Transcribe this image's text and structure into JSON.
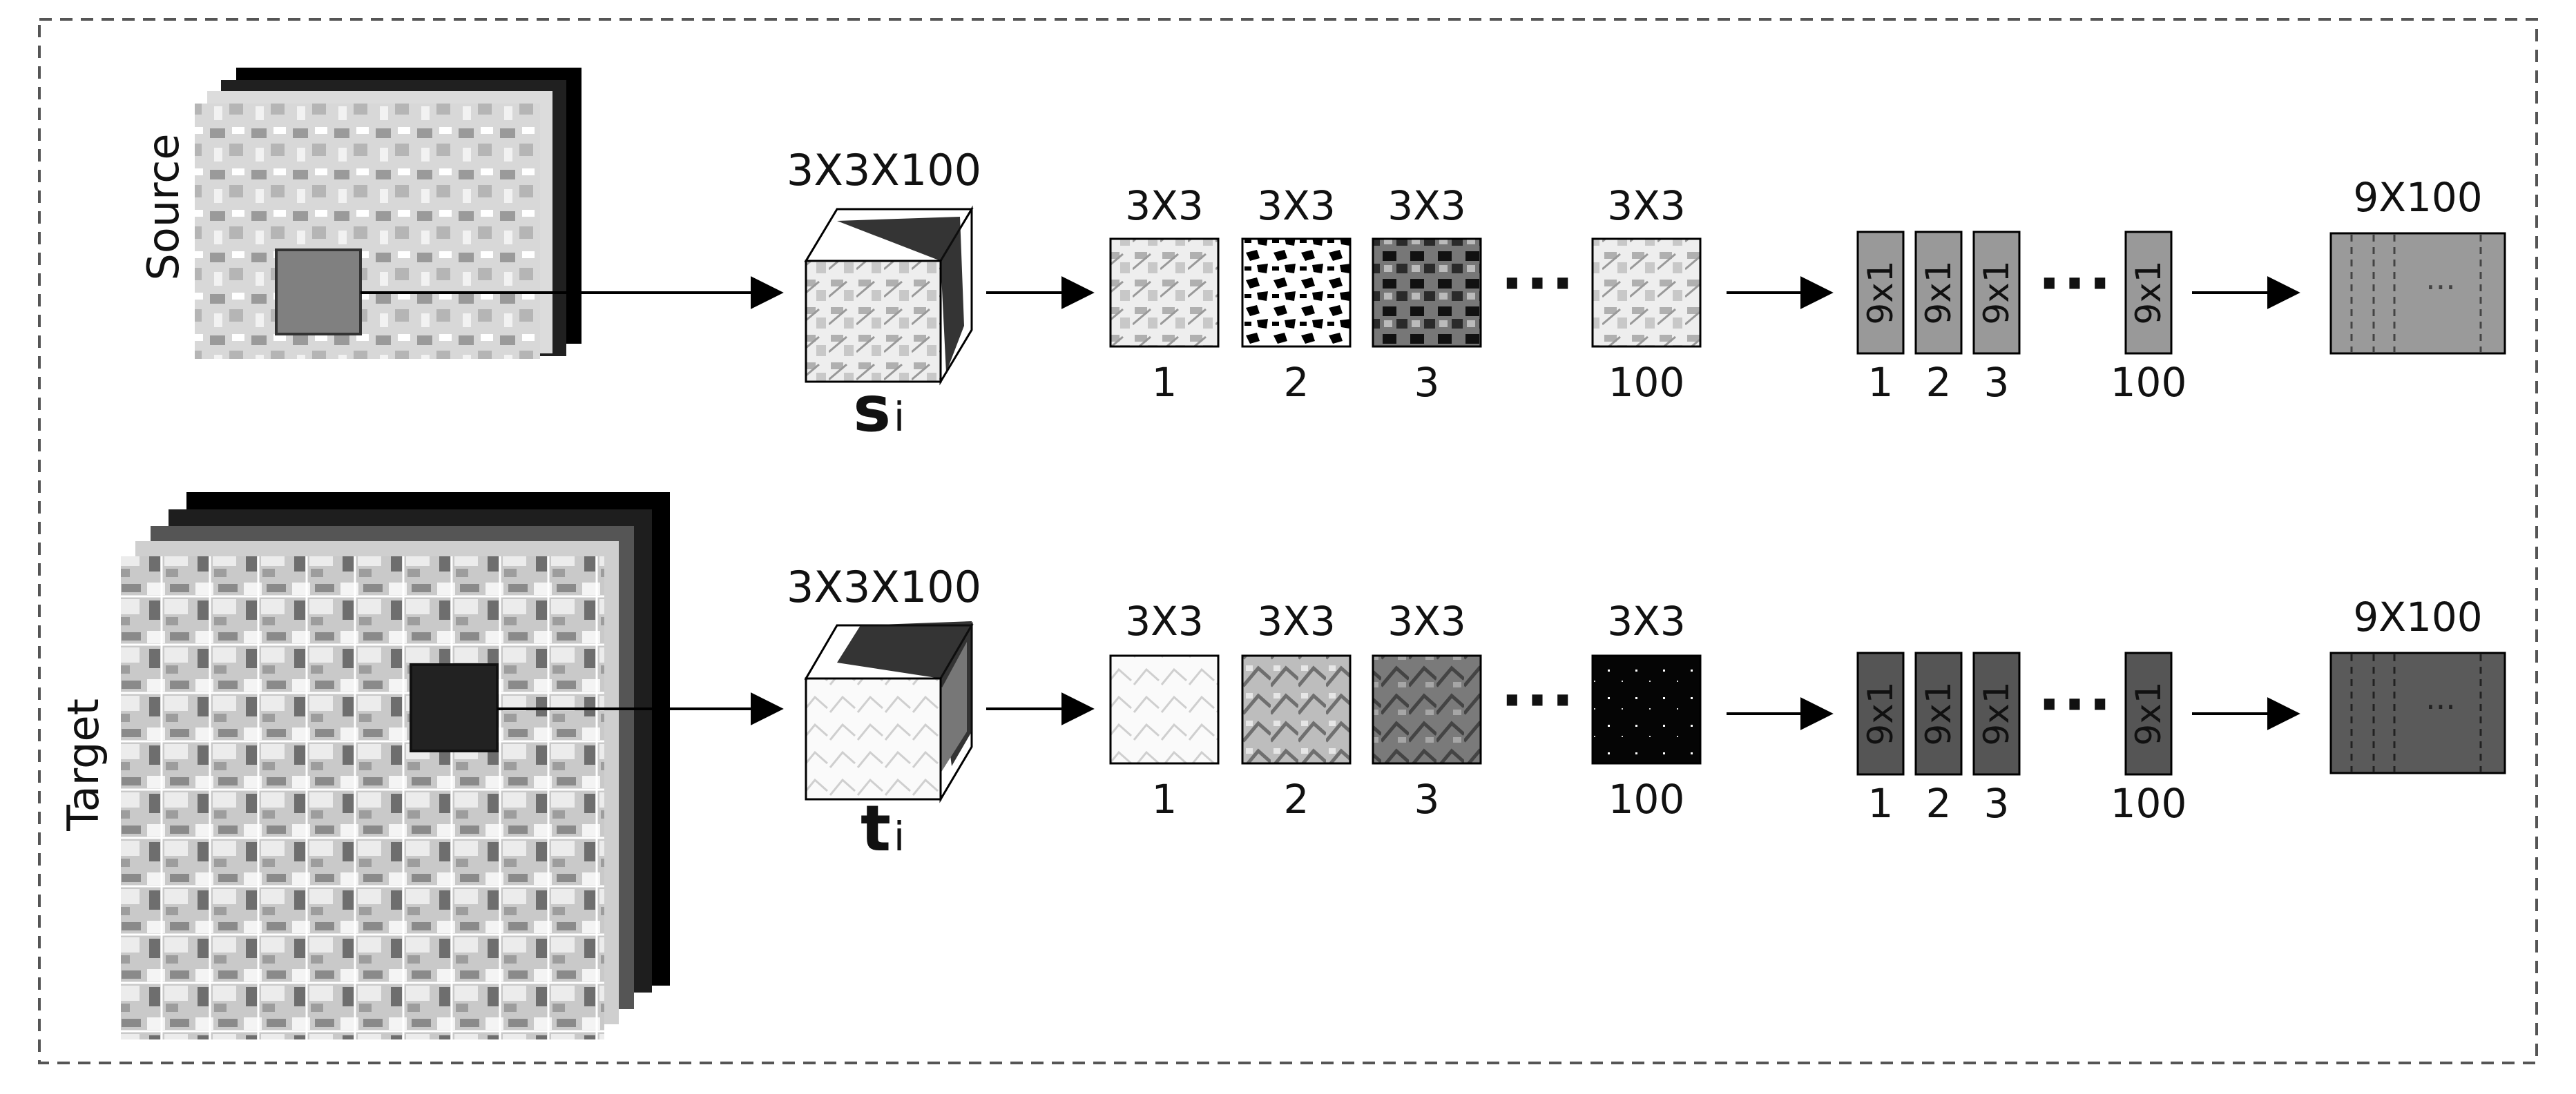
{
  "frame": {
    "border_style": "dashed"
  },
  "rows": [
    {
      "id": "source",
      "side_label": "Source",
      "patch_fill": "#808080",
      "cube_dim_label": "3X3X100",
      "symbol": "s",
      "symbol_sub": "i",
      "bands": [
        {
          "size": "3X3",
          "index": "1",
          "tone": "light"
        },
        {
          "size": "3X3",
          "index": "2",
          "tone": "binary"
        },
        {
          "size": "3X3",
          "index": "3",
          "tone": "dark"
        },
        {
          "size": "3X3",
          "index": "100",
          "tone": "light"
        }
      ],
      "ellipsis": "···",
      "vectors": [
        {
          "label": "9x1",
          "index": "1"
        },
        {
          "label": "9x1",
          "index": "2"
        },
        {
          "label": "9x1",
          "index": "3"
        },
        {
          "label": "9x1",
          "index": "100"
        }
      ],
      "vector_fill": "#999999",
      "matrix_label": "9X100",
      "matrix_fill": "#9a9a9a",
      "matrix_ellipsis": "···"
    },
    {
      "id": "target",
      "side_label": "Target",
      "patch_fill": "#222222",
      "cube_dim_label": "3X3X100",
      "symbol": "t",
      "symbol_sub": "i",
      "bands": [
        {
          "size": "3X3",
          "index": "1",
          "tone": "white"
        },
        {
          "size": "3X3",
          "index": "2",
          "tone": "mid"
        },
        {
          "size": "3X3",
          "index": "3",
          "tone": "midDark"
        },
        {
          "size": "3X3",
          "index": "100",
          "tone": "black"
        }
      ],
      "ellipsis": "···",
      "vectors": [
        {
          "label": "9x1",
          "index": "1"
        },
        {
          "label": "9x1",
          "index": "2"
        },
        {
          "label": "9x1",
          "index": "3"
        },
        {
          "label": "9x1",
          "index": "100"
        }
      ],
      "vector_fill": "#555555",
      "matrix_label": "9X100",
      "matrix_fill": "#5a5a5a",
      "matrix_ellipsis": "···"
    }
  ]
}
